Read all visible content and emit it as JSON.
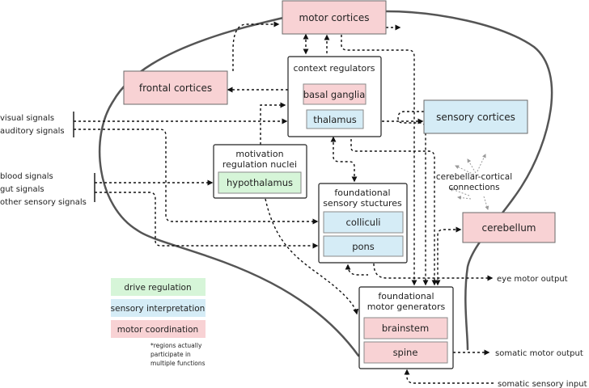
{
  "colors": {
    "motor": "#f8d2d4",
    "sensory": "#d5ecf6",
    "drive": "#d6f5d8",
    "container": "#ffffff",
    "stroke": "#6a6a6a",
    "brain_outline": "#555555",
    "arrow": "#111111",
    "dashed_gray": "#9a9a9a"
  },
  "nodes": {
    "motor_cortices": "motor cortices",
    "frontal_cortices": "frontal cortices",
    "context_regulators": "context regulators",
    "basal_ganglia": "basal ganglia",
    "thalamus": "thalamus",
    "sensory_cortices": "sensory cortices",
    "motivation_title_1": "motivation",
    "motivation_title_2": "regulation nuclei",
    "hypothalamus": "hypothalamus",
    "foundational_sensory_1": "foundational",
    "foundational_sensory_2": "sensory stuctures",
    "colliculi": "colliculi",
    "pons": "pons",
    "cerebellum": "cerebellum",
    "foundational_motor_1": "foundational",
    "foundational_motor_2": "motor generators",
    "brainstem": "brainstem",
    "spine": "spine"
  },
  "inputs": {
    "visual": "visual signals",
    "auditory": "auditory signals",
    "blood": "blood signals",
    "gut": "gut signals",
    "other": "other sensory signals",
    "somatic_sensory": "somatic sensory input"
  },
  "outputs": {
    "eye_motor": "eye motor output",
    "somatic_motor": "somatic motor output"
  },
  "annotation": {
    "line1": "cerebellar-cortical",
    "line2": "connections"
  },
  "legend": {
    "drive": "drive regulation",
    "sensory": "sensory interpretation",
    "motor": "motor coordination"
  },
  "footnote": {
    "line1": "*regions actually",
    "line2": "participate in",
    "line3": "multiple functions"
  }
}
